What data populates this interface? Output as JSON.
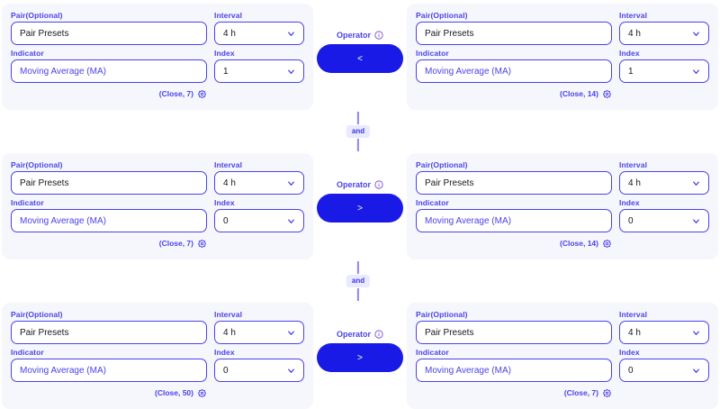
{
  "theme": {
    "accent": "#4a43e8",
    "button_blue": "#1a1ae6",
    "panel_bg": "#f6f7fd",
    "page_bg": "#ffffff",
    "chip_bg": "#e9eaff",
    "connector_line": "#8c86f2"
  },
  "labels": {
    "pair": "Pair(Optional)",
    "interval": "Interval",
    "indicator": "Indicator",
    "index": "Index",
    "operator": "Operator"
  },
  "icons": {
    "chevron_down": "chevron-down-icon",
    "gear": "gear-icon",
    "info": "info-icon"
  },
  "connectors": [
    {
      "label": "and"
    },
    {
      "label": "and"
    }
  ],
  "rows": [
    {
      "left": {
        "pair_value": "Pair Presets",
        "interval_value": "4 h",
        "indicator_value": "Moving Average (MA)",
        "index_value": "1",
        "meta": "(Close, 7)"
      },
      "operator": {
        "label": "Operator",
        "symbol": "<"
      },
      "right": {
        "pair_value": "Pair Presets",
        "interval_value": "4 h",
        "indicator_value": "Moving Average (MA)",
        "index_value": "1",
        "meta": "(Close, 14)"
      }
    },
    {
      "left": {
        "pair_value": "Pair Presets",
        "interval_value": "4 h",
        "indicator_value": "Moving Average (MA)",
        "index_value": "0",
        "meta": "(Close, 7)"
      },
      "operator": {
        "label": "Operator",
        "symbol": ">"
      },
      "right": {
        "pair_value": "Pair Presets",
        "interval_value": "4 h",
        "indicator_value": "Moving Average (MA)",
        "index_value": "0",
        "meta": "(Close, 14)"
      }
    },
    {
      "left": {
        "pair_value": "Pair Presets",
        "interval_value": "4 h",
        "indicator_value": "Moving Average (MA)",
        "index_value": "0",
        "meta": "(Close, 50)"
      },
      "operator": {
        "label": "Operator",
        "symbol": ">"
      },
      "right": {
        "pair_value": "Pair Presets",
        "interval_value": "4 h",
        "indicator_value": "Moving Average (MA)",
        "index_value": "0",
        "meta": "(Close, 7)"
      }
    }
  ]
}
